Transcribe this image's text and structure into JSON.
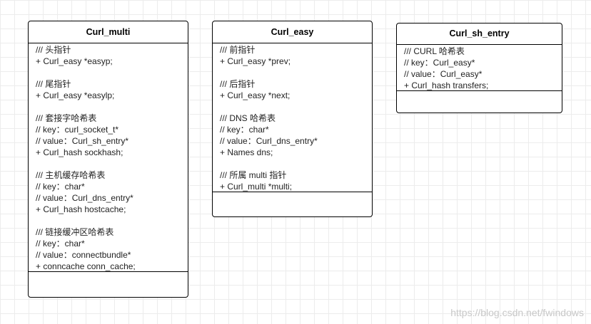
{
  "classes": [
    {
      "name": "Curl_multi",
      "attributes": [
        "/// 头指针",
        "+ Curl_easy *easyp;",
        "",
        "/// 尾指针",
        "+ Curl_easy *easylp;",
        "",
        "/// 套接字哈希表",
        "// key：curl_socket_t*",
        "// value：Curl_sh_entry*",
        "+ Curl_hash sockhash;",
        "",
        "/// 主机缓存哈希表",
        "// key：char*",
        "// value：Curl_dns_entry*",
        "+ Curl_hash hostcache;",
        "",
        "/// 链接缓冲区哈希表",
        "// key：char*",
        "// value：connectbundle*",
        "+ conncache conn_cache;"
      ]
    },
    {
      "name": "Curl_easy",
      "attributes": [
        "/// 前指针",
        "+ Curl_easy *prev;",
        "",
        "/// 后指针",
        "+ Curl_easy *next;",
        "",
        "/// DNS 哈希表",
        "// key：char*",
        "// value：Curl_dns_entry*",
        "+ Names dns;",
        "",
        "/// 所属 multi 指针",
        "+ Curl_multi *multi;"
      ]
    },
    {
      "name": "Curl_sh_entry",
      "attributes": [
        "/// CURL 哈希表",
        "// key：Curl_easy*",
        "// value：Curl_easy*",
        "+ Curl_hash transfers;"
      ]
    }
  ],
  "watermark": "https://blog.csdn.net/fwindows"
}
